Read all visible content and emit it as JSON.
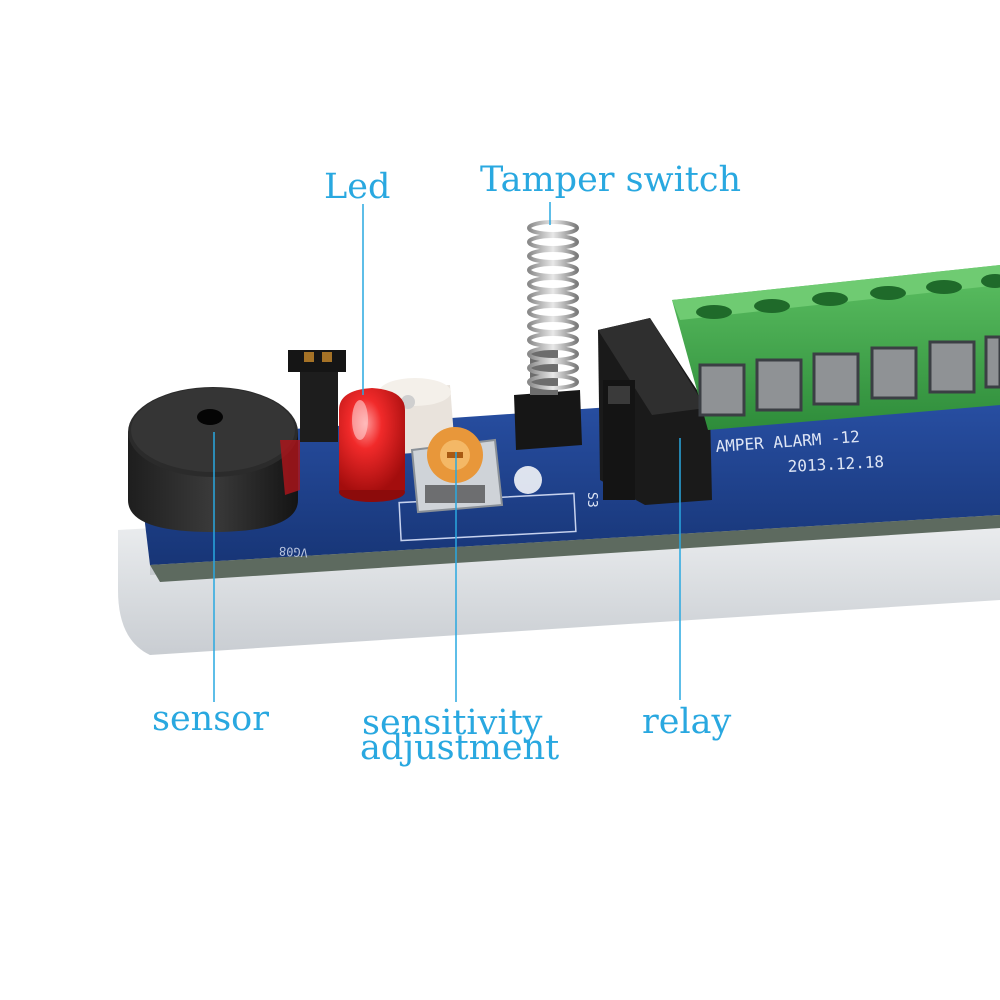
{
  "callouts": {
    "led": "Led",
    "tamper_switch": "Tamper switch",
    "sensor": "sensor",
    "sensitivity_line1": "sensitivity",
    "sensitivity_line2": "adjustment",
    "relay": "relay"
  },
  "board_silkscreen": {
    "terminal_labels": "AMPER ALARM -12",
    "date": "2013.12.18",
    "relay_ref": "S3",
    "model_code": "VG08"
  },
  "colors": {
    "callout_text": "#29a8e0",
    "callout_line": "#29a8e0",
    "pcb_blue": "#1d3f8f",
    "terminal_green": "#3fa84a",
    "led_red": "#e81d1d",
    "housing_white": "#eef0f2"
  }
}
